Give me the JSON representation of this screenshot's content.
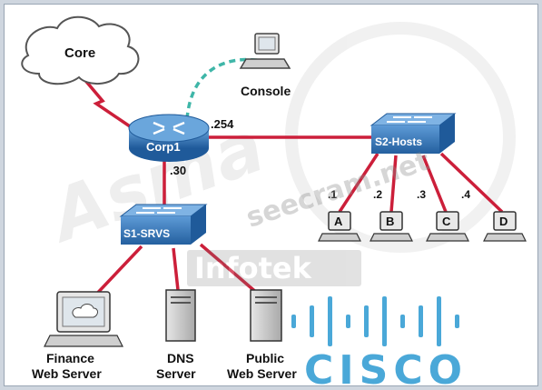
{
  "colors": {
    "link": "#cc1f3a",
    "console_link": "#3fb6a8",
    "device_blue": "#3b7dc3",
    "device_blue_dark": "#1f5a9a",
    "cisco_blue": "#4aa8d8"
  },
  "nodes": {
    "core": "Core",
    "console": "Console",
    "router": "Corp1",
    "switch_hosts": "S2-Hosts",
    "switch_servers": "S1-SRVS",
    "host_a": "A",
    "host_b": "B",
    "host_c": "C",
    "host_d": "D",
    "finance_line1": "Finance",
    "finance_line2": "Web Server",
    "dns_line1": "DNS",
    "dns_line2": "Server",
    "public_line1": "Public",
    "public_line2": "Web Server"
  },
  "addresses": {
    "router_to_s2": ".254",
    "router_to_s1": ".30",
    "host_a": ".1",
    "host_b": ".2",
    "host_c": ".3",
    "host_d": ".4"
  },
  "watermarks": {
    "site": "seecram.net",
    "company": "Infotek",
    "script": "Asma"
  },
  "logo_text": "CISCO"
}
